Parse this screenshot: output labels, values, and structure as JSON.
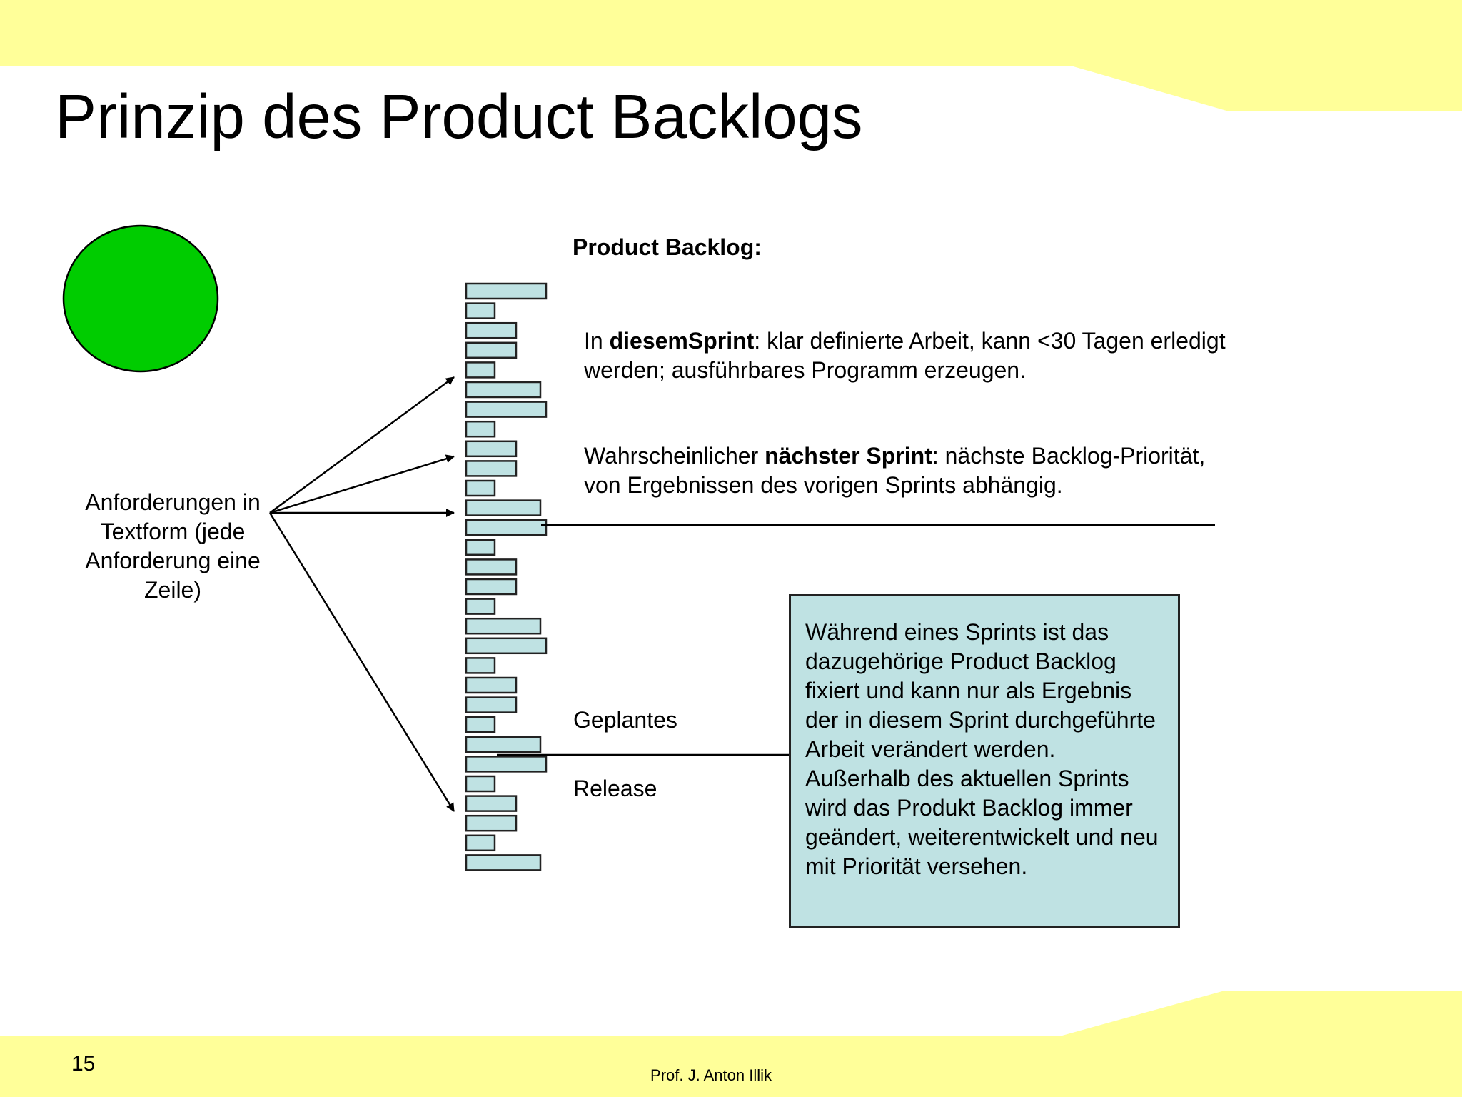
{
  "slide": {
    "title": "Prinzip des Product Backlogs",
    "page_number": "15",
    "footer_author": "Prof. J. Anton Illik"
  },
  "diagram": {
    "backlog_title": "Product Backlog:",
    "requirements_label": "Anforderungen in Textform (jede Anforderung eine Zeile)",
    "current_sprint": {
      "prefix": "In ",
      "bold": "diesemSprint",
      "rest": ": klar definierte Arbeit, kann <30 Tagen erledigt werden; ausführbares Programm erzeugen."
    },
    "next_sprint": {
      "prefix": "Wahrscheinlicher ",
      "bold": "nächster Sprint",
      "rest": ": nächste Backlog-Priorität, von Ergebnissen des vorigen Sprints abhängig."
    },
    "release_label_1": "Geplantes",
    "release_label_2": "Release",
    "note": "Während eines Sprints ist das dazugehörige Product Backlog fixiert und kann nur als Ergebnis der in diesem Sprint durchgeführte Arbeit verändert werden. Außerhalb des aktuellen Sprints wird das Produkt Backlog immer geändert, weiterentwickelt und neu mit Priorität versehen."
  },
  "colors": {
    "band_yellow": "#ffff99",
    "circle_green": "#00cc00",
    "backlog_item_fill": "#bfe2e3",
    "note_fill": "#bfe2e3"
  }
}
